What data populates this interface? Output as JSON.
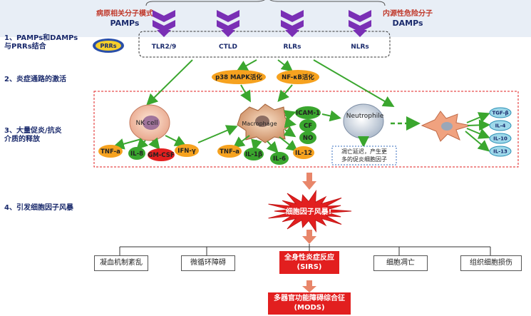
{
  "header": {
    "pamps_cn": "病原相关分子模式",
    "pamps_en": "PAMPs",
    "damps_cn": "内源性危险分子",
    "damps_en": "DAMPs"
  },
  "steps": [
    {
      "label": "1、PAMPs和DAMPs\n与PRRs结合"
    },
    {
      "label": "2、炎症通路的激活"
    },
    {
      "label": "3、大量促炎/抗炎\n介质的释放"
    },
    {
      "label": "4、引发细胞因子风暴"
    }
  ],
  "receptors": {
    "prrs": "PRRs",
    "items": [
      "TLR2/9",
      "CTLD",
      "RLRs",
      "NLRs"
    ]
  },
  "pathways": [
    "p38 MAPK活化",
    "NF-κB活化"
  ],
  "cells": {
    "nk": "NK cell",
    "macrophage": "Macrophage",
    "neutrophil": "Neutrophile"
  },
  "nk_mediators": [
    "TNF-a",
    "IL-8",
    "GM-CSF",
    "IFN-γ"
  ],
  "mac_mediators": [
    "TNF-a",
    "IL-1β",
    "IL-6",
    "IL-12"
  ],
  "adhesion": [
    "ICAM-1",
    "CF",
    "NO"
  ],
  "neutro_note": "凋亡延迟，产生更\n多的促炎细胞因子",
  "anti_inflammatory": [
    "TGF-β",
    "IL-4",
    "IL-10",
    "IL-13"
  ],
  "storm": "细胞因子风暴!",
  "outcomes": {
    "left": [
      "凝血机制紊乱",
      "微循环障碍"
    ],
    "right": [
      "细胞凋亡",
      "组织细胞损伤"
    ],
    "sirs": "全身性炎症反应\n(SIRS)",
    "mods": "多器官功能障碍综合征\n(MODS)"
  },
  "colors": {
    "purple": "#7a2fb5",
    "green": "#3aa62e",
    "orange": "#f6a21f",
    "yellow": "#f6cf2a",
    "red": "#e21f1f",
    "navy": "#1a2a6c",
    "blue": "#2a4fa8",
    "cyan": "#3fb6d6"
  }
}
